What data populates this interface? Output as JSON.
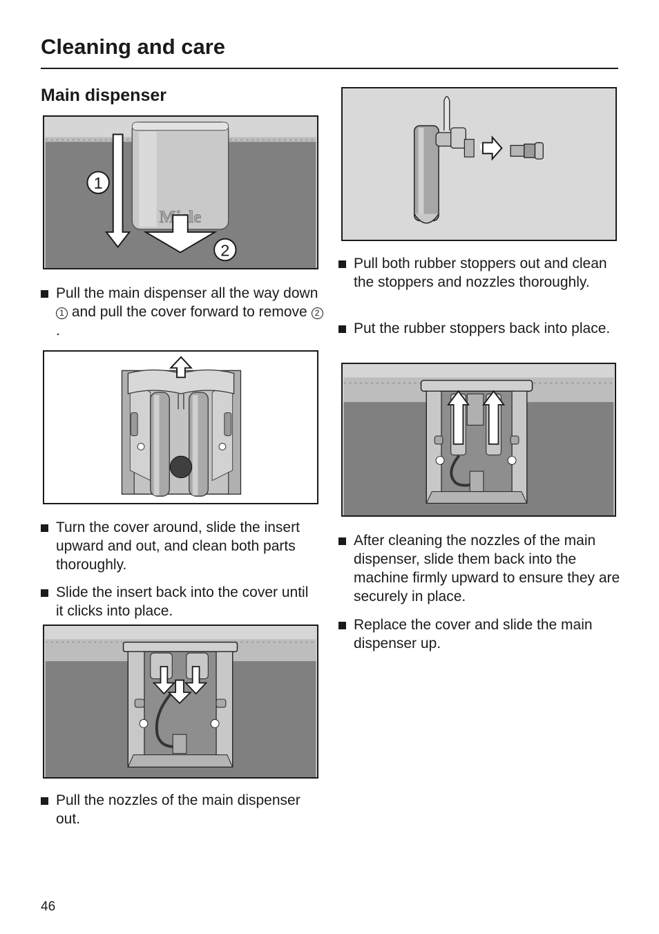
{
  "header": {
    "title": "Cleaning and care"
  },
  "section": {
    "title": "Main dispenser"
  },
  "figure1": {
    "label_1": "1",
    "label_2": "2",
    "logo_text": "Miele"
  },
  "steps": {
    "s1": {
      "pre": "Pull the main dispenser all the way down",
      "num1": "1",
      "mid": "and pull the cover forward to remove",
      "num2": "2",
      "post": "."
    },
    "s2": "Turn the cover around, slide the insert upward and out, and clean both parts thoroughly.",
    "s3": "Slide the insert back into the cover until it clicks into place.",
    "s4": "Pull the nozzles of the main dispenser out.",
    "s5": "Pull both rubber stoppers out and clean the stoppers and nozzles thoroughly.",
    "s6": "Put the rubber stoppers back into place.",
    "s7": "After cleaning the nozzles of the main dispenser, slide them back into the machine firmly upward to ensure they are securely in place.",
    "s8": "Replace the cover and slide the main dispenser up."
  },
  "footer": {
    "page_number": "46"
  }
}
